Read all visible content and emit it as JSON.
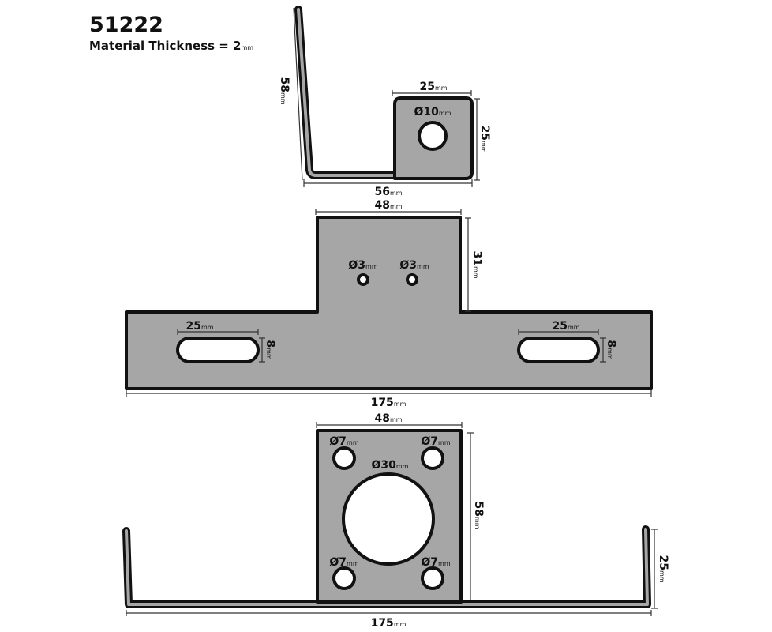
{
  "title": "51222",
  "subtitle": {
    "text": "Material Thickness = 2",
    "unit": "mm"
  },
  "colors": {
    "part_fill": "#a6a6a6",
    "outline": "#111111"
  },
  "side_view": {
    "height": {
      "value": "58",
      "unit": "mm"
    },
    "length": {
      "value": "56",
      "unit": "mm"
    },
    "tab_width": {
      "value": "25",
      "unit": "mm"
    },
    "tab_height": {
      "value": "25",
      "unit": "mm"
    },
    "hole": {
      "value": "Ø10",
      "unit": "mm"
    }
  },
  "flat_plate": {
    "tab_width": {
      "value": "48",
      "unit": "mm"
    },
    "tab_height": {
      "value": "31",
      "unit": "mm"
    },
    "hole_left": {
      "value": "Ø3",
      "unit": "mm"
    },
    "hole_right": {
      "value": "Ø3",
      "unit": "mm"
    },
    "slot_left_length": {
      "value": "25",
      "unit": "mm"
    },
    "slot_left_width": {
      "value": "8",
      "unit": "mm"
    },
    "slot_right_length": {
      "value": "25",
      "unit": "mm"
    },
    "slot_right_width": {
      "value": "8",
      "unit": "mm"
    },
    "total_length": {
      "value": "175",
      "unit": "mm"
    }
  },
  "front_view": {
    "plate_width": {
      "value": "48",
      "unit": "mm"
    },
    "plate_height": {
      "value": "58",
      "unit": "mm"
    },
    "arm_height": {
      "value": "25",
      "unit": "mm"
    },
    "total_length": {
      "value": "175",
      "unit": "mm"
    },
    "center_hole": {
      "value": "Ø30",
      "unit": "mm"
    },
    "corner_holes": [
      {
        "value": "Ø7",
        "unit": "mm"
      },
      {
        "value": "Ø7",
        "unit": "mm"
      },
      {
        "value": "Ø7",
        "unit": "mm"
      },
      {
        "value": "Ø7",
        "unit": "mm"
      }
    ]
  }
}
